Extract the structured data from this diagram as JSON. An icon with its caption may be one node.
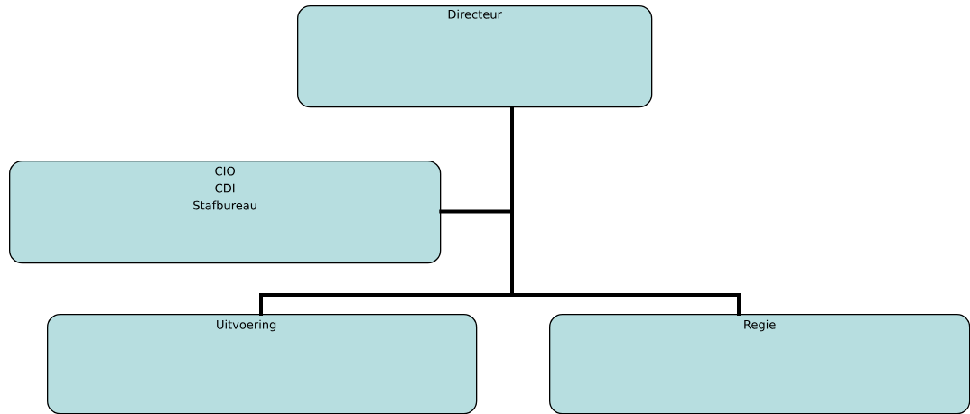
{
  "diagram": {
    "nodes": [
      {
        "text": [
          "Directeur"
        ]
      },
      {
        "text": [
          "CIO",
          "CDI",
          "Stafbureau"
        ]
      },
      {
        "text": [
          "Uitvoering"
        ]
      },
      {
        "text": [
          "Regie"
        ]
      }
    ],
    "edges": [
      {
        "from": 0,
        "to": 1,
        "arrow": "none"
      },
      {
        "from": 0,
        "to": 2,
        "arrow": "none"
      },
      {
        "from": 0,
        "to": 3,
        "arrow": "none"
      }
    ]
  }
}
